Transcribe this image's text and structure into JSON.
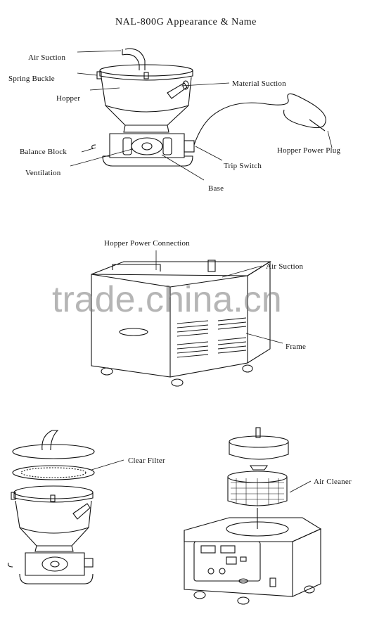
{
  "title": "NAL-800G Appearance & Name",
  "watermark": "trade.china.cn",
  "section1": {
    "labels": {
      "air_suction": "Air Suction",
      "spring_buckle": "Spring Buckle",
      "hopper": "Hopper",
      "material_suction": "Material Suction",
      "balance_block": "Balance Block",
      "ventilation": "Ventilation",
      "hopper_power_plug": "Hopper Power Plug",
      "trip_switch": "Trip Switch",
      "base": "Base"
    }
  },
  "section2": {
    "labels": {
      "hopper_power_connection": "Hopper Power Connection",
      "air_suction": "Air Suction",
      "frame": "Frame"
    }
  },
  "section3": {
    "labels": {
      "clear_filter": "Clear Filter",
      "air_cleaner": "Air Cleaner"
    }
  }
}
